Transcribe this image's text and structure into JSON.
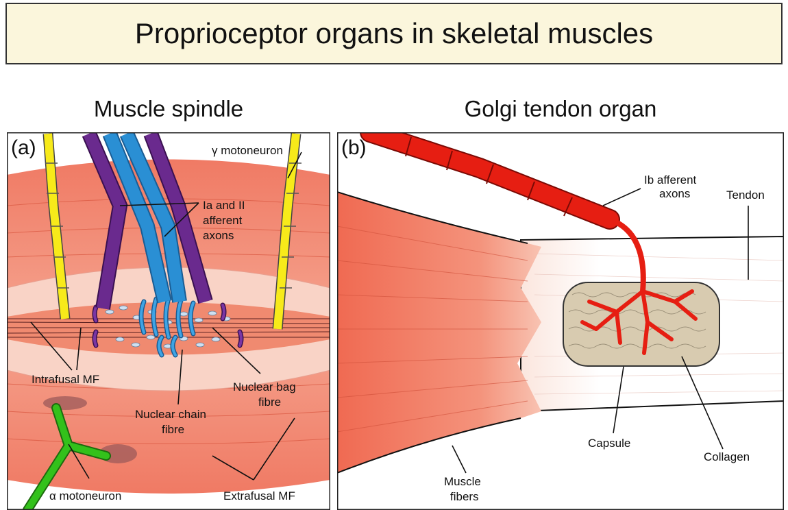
{
  "title": "Proprioceptor organs in skeletal muscles",
  "panel_a": {
    "title": "Muscle spindle",
    "tag": "(a)",
    "labels": {
      "gamma": "γ motoneuron",
      "afferent_1": "Ia and II",
      "afferent_2": "afferent",
      "afferent_3": "axons",
      "intrafusal": "Intrafusal MF",
      "bag_1": "Nuclear bag",
      "bag_2": "fibre",
      "chain_1": "Nuclear chain",
      "chain_2": "fibre",
      "alpha": "α motoneuron",
      "extrafusal": "Extrafusal MF"
    }
  },
  "panel_b": {
    "title": "Golgi tendon organ",
    "tag": "(b)",
    "labels": {
      "ib_1": "Ib afferent",
      "ib_2": "axons",
      "tendon": "Tendon",
      "capsule": "Capsule",
      "collagen": "Collagen",
      "muscle_1": "Muscle",
      "muscle_2": "fibers"
    }
  },
  "colors": {
    "muscle": "#f07a64",
    "muscle_light": "#f8c7b6",
    "gamma_axon": "#f7ea1a",
    "afferent_purple": "#6a2a8e",
    "afferent_blue": "#2a8fd4",
    "alpha_axon": "#33c11b",
    "ib_axon": "#e61e12",
    "capsule": "#d8cbb0"
  }
}
